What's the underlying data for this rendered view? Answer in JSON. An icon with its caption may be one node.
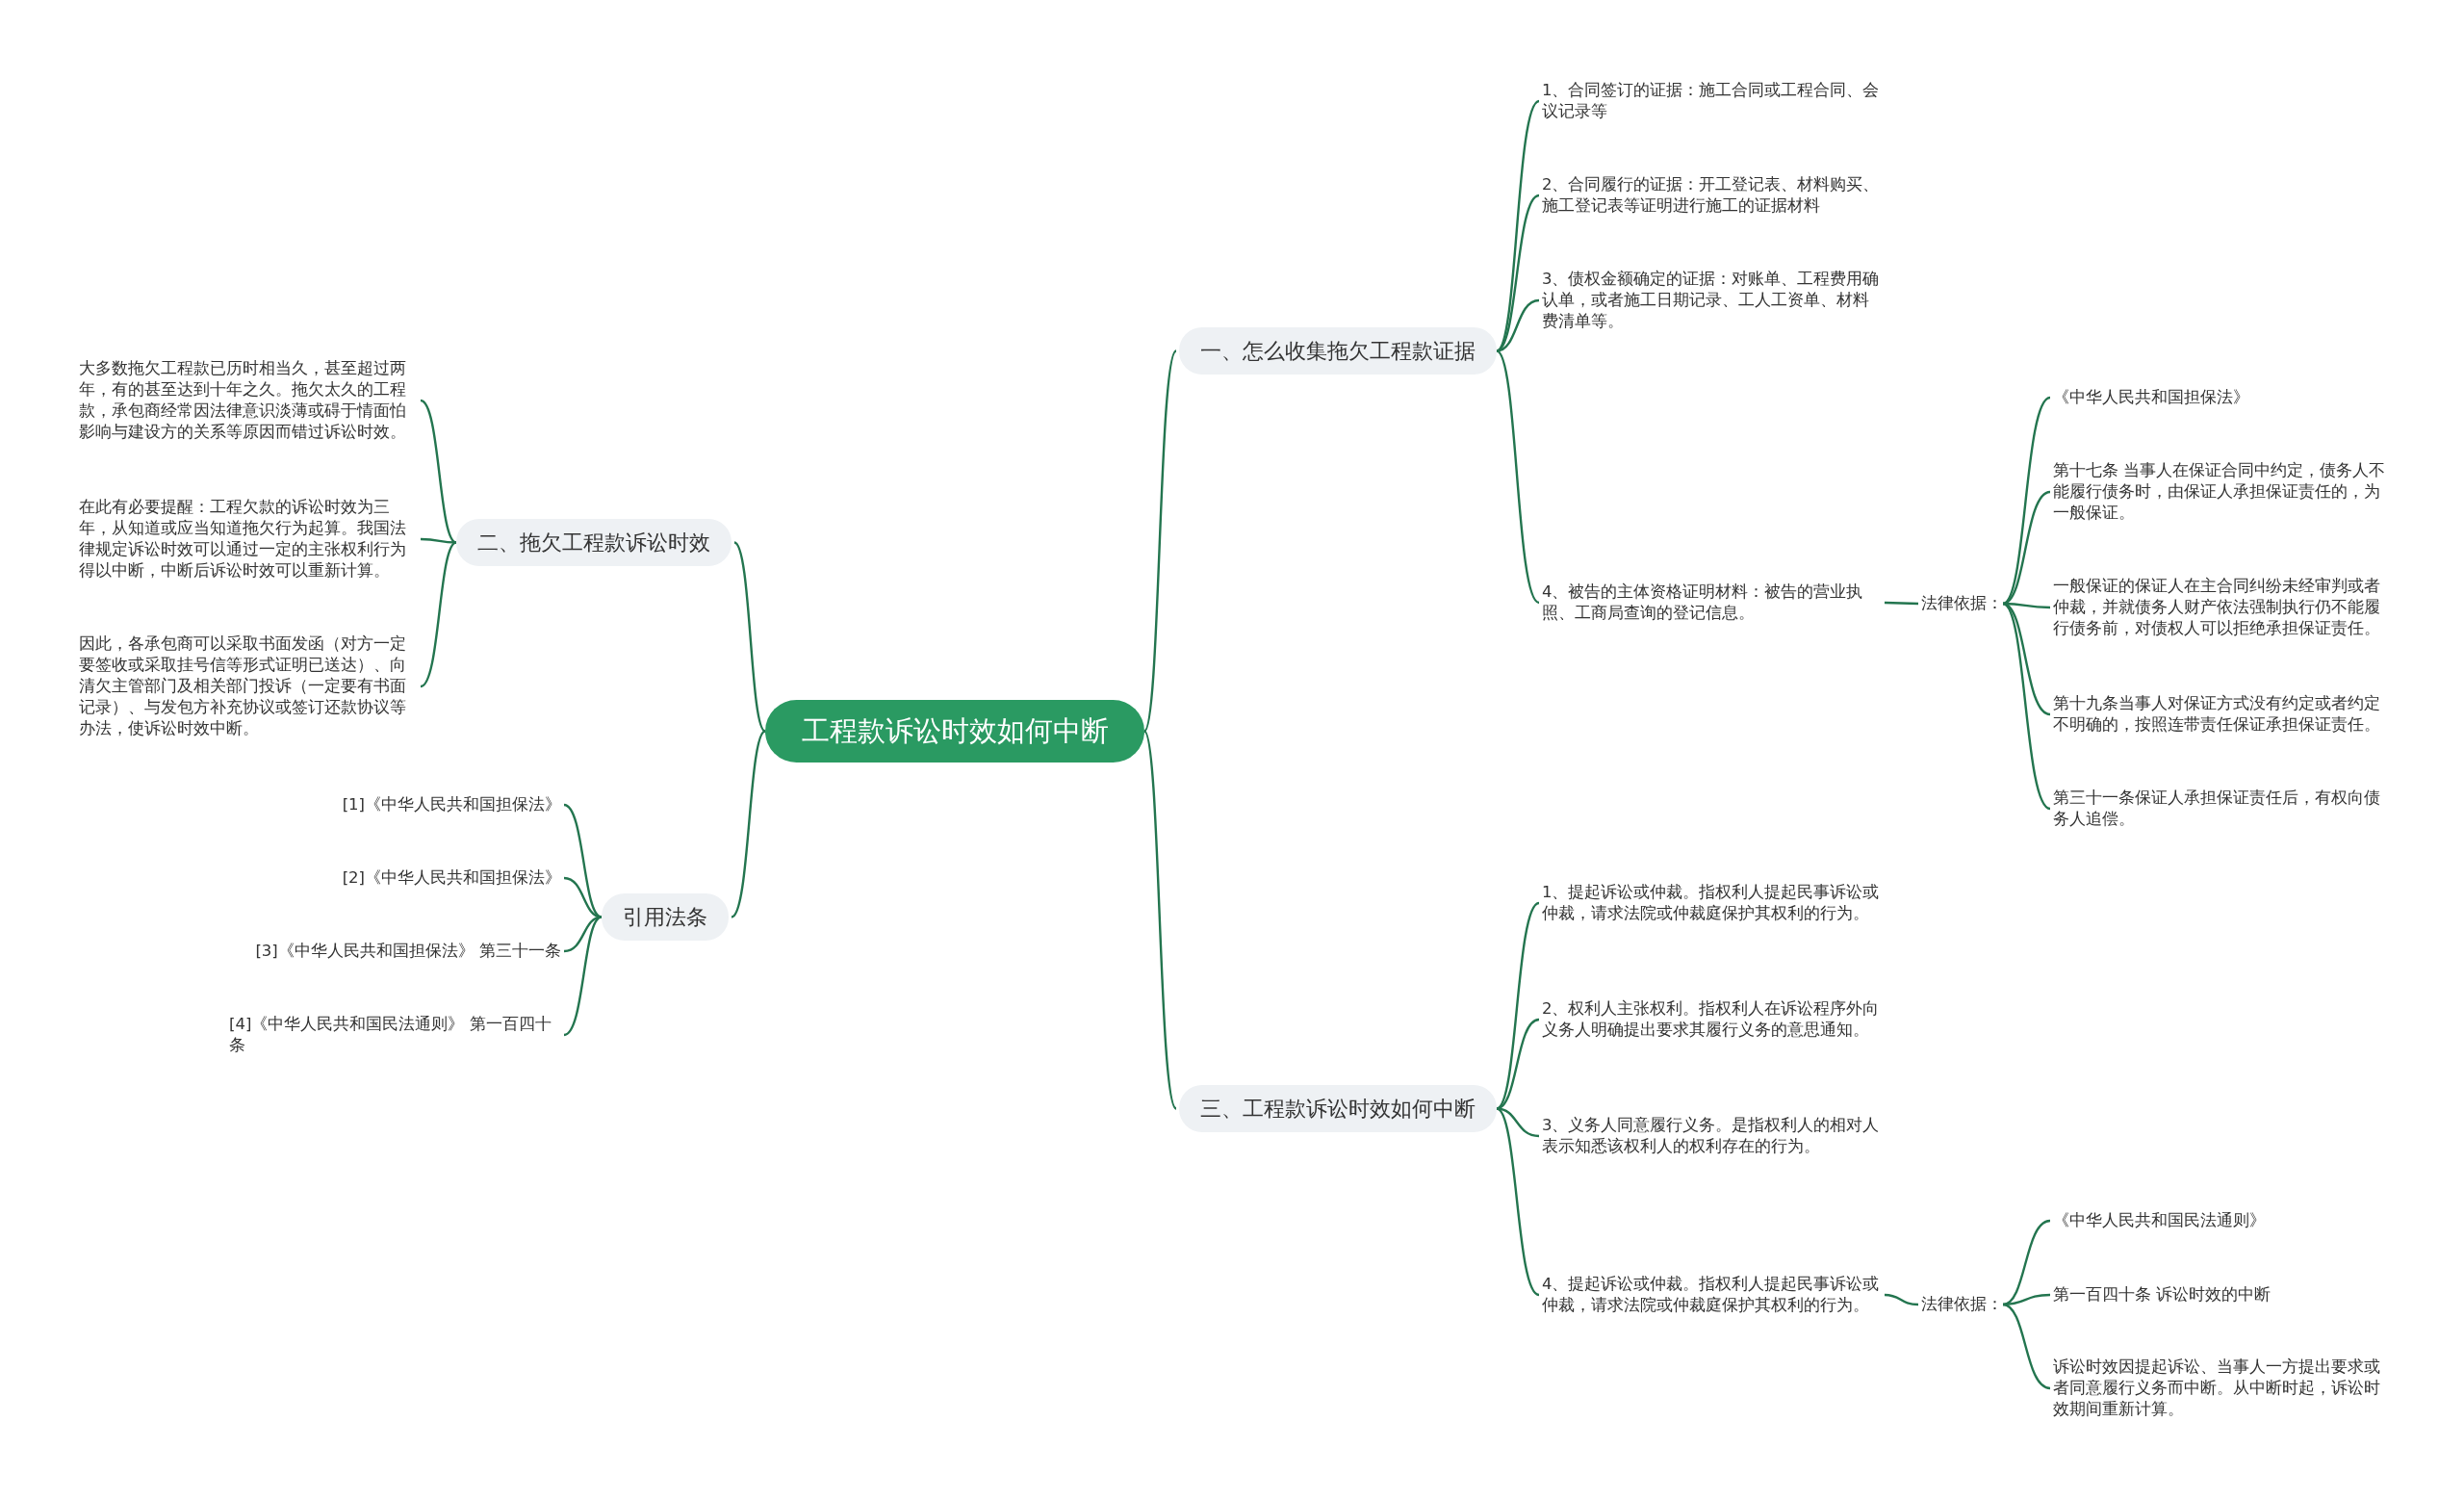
{
  "diagram": {
    "nodes": [
      {
        "text": [
          "工程款诉讼时效如何中断"
        ]
      },
      {
        "text": [
          "一、怎么收集拖欠工程款证据"
        ]
      },
      {
        "text": [
          "1、合同签订的证据：施工合同或工程合同、会议记录等"
        ]
      },
      {
        "text": [
          "2、合同履行的证据：开工登记表、材料购买、施工登记表等证明进行施工的证据材料"
        ]
      },
      {
        "text": [
          "3、债权金额确定的证据：对账单、工程费用确认单，或者施工日期记录、工人工资单、材料费清单等。"
        ]
      },
      {
        "text": [
          "4、被告的主体资格证明材料：被告的营业执照、工商局查询的登记信息。"
        ]
      },
      {
        "text": [
          "法律依据："
        ]
      },
      {
        "text": [
          "《中华人民共和国担保法》"
        ]
      },
      {
        "text": [
          "第十七条 当事人在保证合同中约定，债务人不能履行债务时，由保证人承担保证责任的，为一般保证。"
        ]
      },
      {
        "text": [
          "一般保证的保证人在主合同纠纷未经审判或者仲裁，并就债务人财产依法强制执行仍不能履行债务前，对债权人可以拒绝承担保证责任。"
        ]
      },
      {
        "text": [
          "第十九条当事人对保证方式没有约定或者约定不明确的，按照连带责任保证承担保证责任。"
        ]
      },
      {
        "text": [
          "第三十一条保证人承担保证责任后，有权向债务人追偿。"
        ]
      },
      {
        "text": [
          "二、拖欠工程款诉讼时效"
        ]
      },
      {
        "text": [
          "大多数拖欠工程款已历时相当久，甚至超过两年，有的甚至达到十年之久。拖欠太久的工程款，承包商经常因法律意识淡薄或碍于情面怕影响与建设方的关系等原因而错过诉讼时效。"
        ]
      },
      {
        "text": [
          "在此有必要提醒：工程欠款的诉讼时效为三年，从知道或应当知道拖欠行为起算。我国法律规定诉讼时效可以通过一定的主张权利行为得以中断，中断后诉讼时效可以重新计算。"
        ]
      },
      {
        "text": [
          "因此，各承包商可以采取书面发函（对方一定要签收或采取挂号信等形式证明已送达）、向清欠主管部门及相关部门投诉（一定要有书面记录）、与发包方补充协议或签订还款协议等办法，使诉讼时效中断。"
        ]
      },
      {
        "text": [
          "引用法条"
        ]
      },
      {
        "text": [
          "[1]《中华人民共和国担保法》"
        ]
      },
      {
        "text": [
          "[2]《中华人民共和国担保法》"
        ]
      },
      {
        "text": [
          "[3]《中华人民共和国担保法》 第三十一条"
        ]
      },
      {
        "text": [
          "[4]《中华人民共和国民法通则》 第一百四十条"
        ]
      },
      {
        "text": [
          "三、工程款诉讼时效如何中断"
        ]
      },
      {
        "text": [
          "1、提起诉讼或仲裁。指权利人提起民事诉讼或仲裁，请求法院或仲裁庭保护其权利的行为。"
        ]
      },
      {
        "text": [
          "2、权利人主张权利。指权利人在诉讼程序外向义务人明确提出要求其履行义务的意思通知。"
        ]
      },
      {
        "text": [
          "3、义务人同意履行义务。是指权利人的相对人表示知悉该权利人的权利存在的行为。"
        ]
      },
      {
        "text": [
          "4、提起诉讼或仲裁。指权利人提起民事诉讼或仲裁，请求法院或仲裁庭保护其权利的行为。"
        ]
      },
      {
        "text": [
          "法律依据："
        ]
      },
      {
        "text": [
          "《中华人民共和国民法通则》"
        ]
      },
      {
        "text": [
          "第一百四十条 诉讼时效的中断"
        ]
      },
      {
        "text": [
          "诉讼时效因提起诉讼、当事人一方提出要求或者同意履行义务而中断。从中断时起，诉讼时效期间重新计算。"
        ]
      }
    ],
    "edges": [
      {
        "from": 0,
        "to": 1,
        "arrow": "none"
      },
      {
        "from": 1,
        "to": 2,
        "arrow": "none"
      },
      {
        "from": 1,
        "to": 3,
        "arrow": "none"
      },
      {
        "from": 1,
        "to": 4,
        "arrow": "none"
      },
      {
        "from": 1,
        "to": 5,
        "arrow": "none"
      },
      {
        "from": 5,
        "to": 6,
        "arrow": "none"
      },
      {
        "from": 6,
        "to": 7,
        "arrow": "none"
      },
      {
        "from": 6,
        "to": 8,
        "arrow": "none"
      },
      {
        "from": 6,
        "to": 9,
        "arrow": "none"
      },
      {
        "from": 6,
        "to": 10,
        "arrow": "none"
      },
      {
        "from": 6,
        "to": 11,
        "arrow": "none"
      },
      {
        "from": 0,
        "to": 12,
        "arrow": "none"
      },
      {
        "from": 12,
        "to": 13,
        "arrow": "none"
      },
      {
        "from": 12,
        "to": 14,
        "arrow": "none"
      },
      {
        "from": 12,
        "to": 15,
        "arrow": "none"
      },
      {
        "from": 0,
        "to": 16,
        "arrow": "none"
      },
      {
        "from": 16,
        "to": 17,
        "arrow": "none"
      },
      {
        "from": 16,
        "to": 18,
        "arrow": "none"
      },
      {
        "from": 16,
        "to": 19,
        "arrow": "none"
      },
      {
        "from": 16,
        "to": 20,
        "arrow": "none"
      },
      {
        "from": 0,
        "to": 21,
        "arrow": "none"
      },
      {
        "from": 21,
        "to": 22,
        "arrow": "none"
      },
      {
        "from": 21,
        "to": 23,
        "arrow": "none"
      },
      {
        "from": 21,
        "to": 24,
        "arrow": "none"
      },
      {
        "from": 21,
        "to": 25,
        "arrow": "none"
      },
      {
        "from": 25,
        "to": 26,
        "arrow": "none"
      },
      {
        "from": 26,
        "to": 27,
        "arrow": "none"
      },
      {
        "from": 26,
        "to": 28,
        "arrow": "none"
      },
      {
        "from": 26,
        "to": 29,
        "arrow": "none"
      }
    ]
  }
}
